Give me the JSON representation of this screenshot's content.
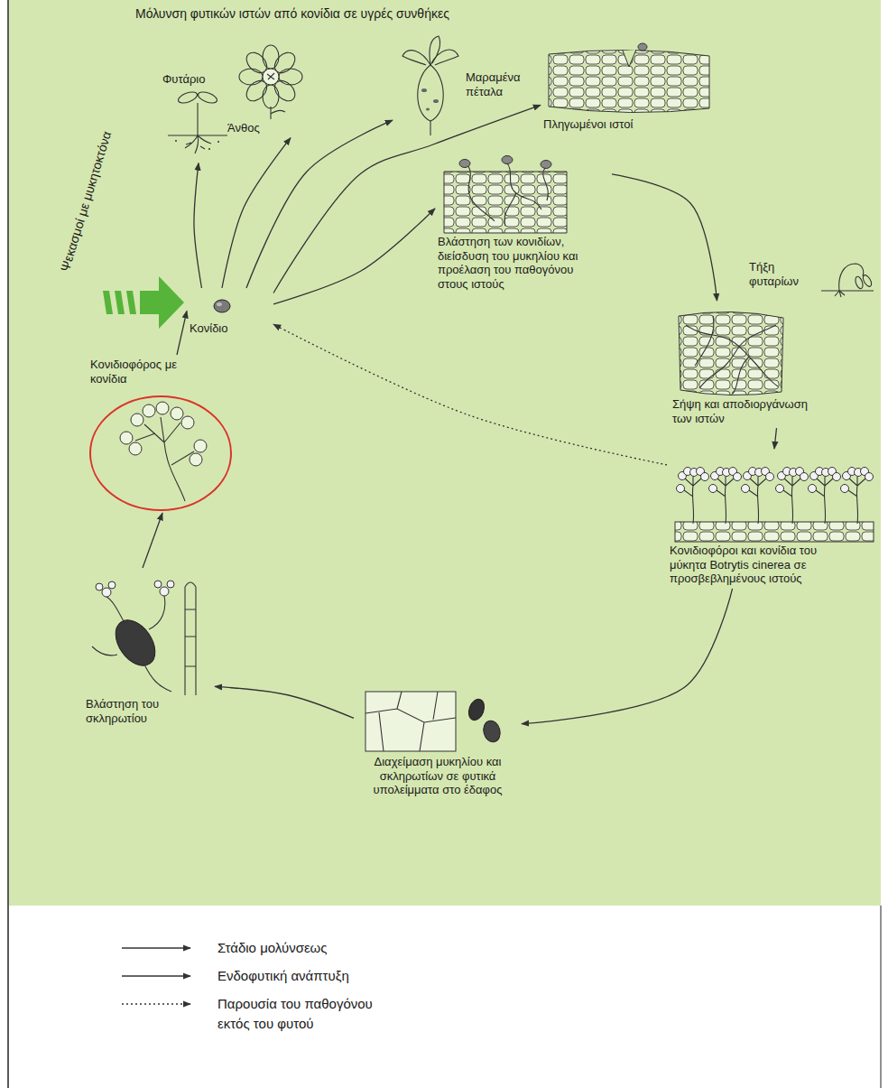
{
  "diagram": {
    "title": "Μόλυνση φυτικών ιστών από κονίδια σε υγρές συνθήκες",
    "nodes": [
      {
        "text": [
          "Κονίδιο"
        ]
      },
      {
        "text": [
          "Φυτάριο"
        ]
      },
      {
        "text": [
          "Άνθος"
        ]
      },
      {
        "text": [
          "Μαραμένα πέταλα"
        ]
      },
      {
        "text": [
          "Πληγωμένοι ιστοί"
        ]
      },
      {
        "text": [
          "Βλάστηση των κονιδίων, διείσδυση του μυκηλίου και προέλαση του παθογόνου στους ιστούς"
        ]
      },
      {
        "text": [
          "Τήξη φυταρίων"
        ]
      },
      {
        "text": [
          "Σήψη και αποδιοργάνωση των ιστών"
        ]
      },
      {
        "text": [
          "Κονιδιοφόροι και κονίδια του μύκητα Botrytis cinerea σε προσβεβλημένους ιστούς"
        ]
      },
      {
        "text": [
          "Διαχείμαση μυκηλίου και σκληρωτίων σε φυτικά υπολείμματα στο έδαφος"
        ]
      },
      {
        "text": [
          "Βλάστηση του σκληρωτίου"
        ]
      },
      {
        "text": [
          "Κονιδιοφόρος με κονίδια"
        ]
      }
    ],
    "edges": [
      {
        "from": 0,
        "to": 1,
        "arrow": "to"
      },
      {
        "from": 0,
        "to": 2,
        "arrow": "to"
      },
      {
        "from": 0,
        "to": 3,
        "arrow": "to"
      },
      {
        "from": 0,
        "to": 4,
        "arrow": "to"
      },
      {
        "from": 0,
        "to": 5,
        "arrow": "to"
      },
      {
        "from": 5,
        "to": 7,
        "arrow": "to"
      },
      {
        "from": 7,
        "to": 8,
        "arrow": "to"
      },
      {
        "from": 8,
        "to": 9,
        "arrow": "to"
      },
      {
        "from": 8,
        "to": 0,
        "arrow": "to"
      },
      {
        "from": 9,
        "to": 10,
        "arrow": "to"
      },
      {
        "from": 10,
        "to": 11,
        "arrow": "to"
      },
      {
        "from": 11,
        "to": 0,
        "arrow": "to"
      }
    ],
    "labels": [
      "Ψεκασμοί με μυκητοκτόνα"
    ],
    "legend": [
      {
        "text": "Στάδιο μολύνσεως"
      },
      {
        "text": "Ενδοφυτική ανάπτυξη"
      },
      {
        "text": "Παρουσία του παθογόνου εκτός του φυτού"
      }
    ]
  }
}
